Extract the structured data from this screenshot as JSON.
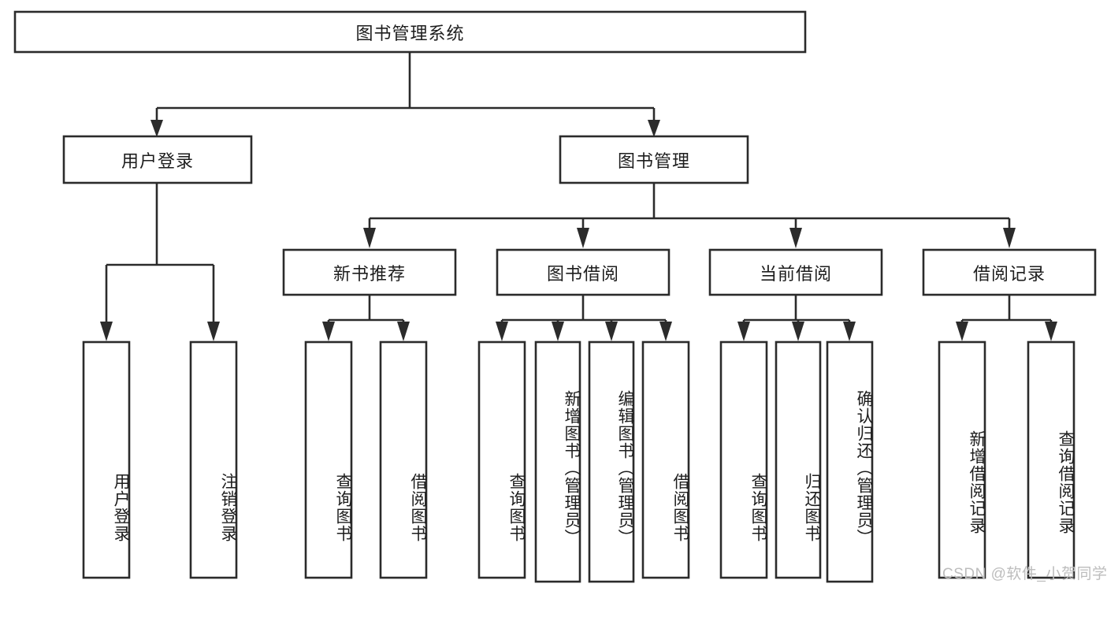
{
  "diagram": {
    "type": "tree",
    "title": "图书管理系统",
    "watermark": "CSDN @软件_小贺同学",
    "colors": {
      "stroke": "#2b2b2b",
      "fill": "#ffffff",
      "text": "#1d1d1d",
      "watermark": "#bdbdbd"
    },
    "root": {
      "label": "图书管理系统"
    },
    "level2": [
      {
        "label": "用户登录"
      },
      {
        "label": "图书管理"
      }
    ],
    "level3": [
      {
        "label": "新书推荐"
      },
      {
        "label": "图书借阅"
      },
      {
        "label": "当前借阅"
      },
      {
        "label": "借阅记录"
      }
    ],
    "leaves": {
      "user_login": [
        {
          "label": "用户登录"
        },
        {
          "label": "注销登录"
        }
      ],
      "new_book": [
        {
          "label": "查询图书"
        },
        {
          "label": "借阅图书"
        }
      ],
      "borrow": [
        {
          "label": "查询图书"
        },
        {
          "label": "新增图书（管理员）"
        },
        {
          "label": "编辑图书（管理员）"
        },
        {
          "label": "借阅图书"
        }
      ],
      "current": [
        {
          "label": "查询图书"
        },
        {
          "label": "归还图书"
        },
        {
          "label": "确认归还（管理员）"
        }
      ],
      "record": [
        {
          "label": "新增借阅记录"
        },
        {
          "label": "查询借阅记录"
        }
      ]
    }
  }
}
